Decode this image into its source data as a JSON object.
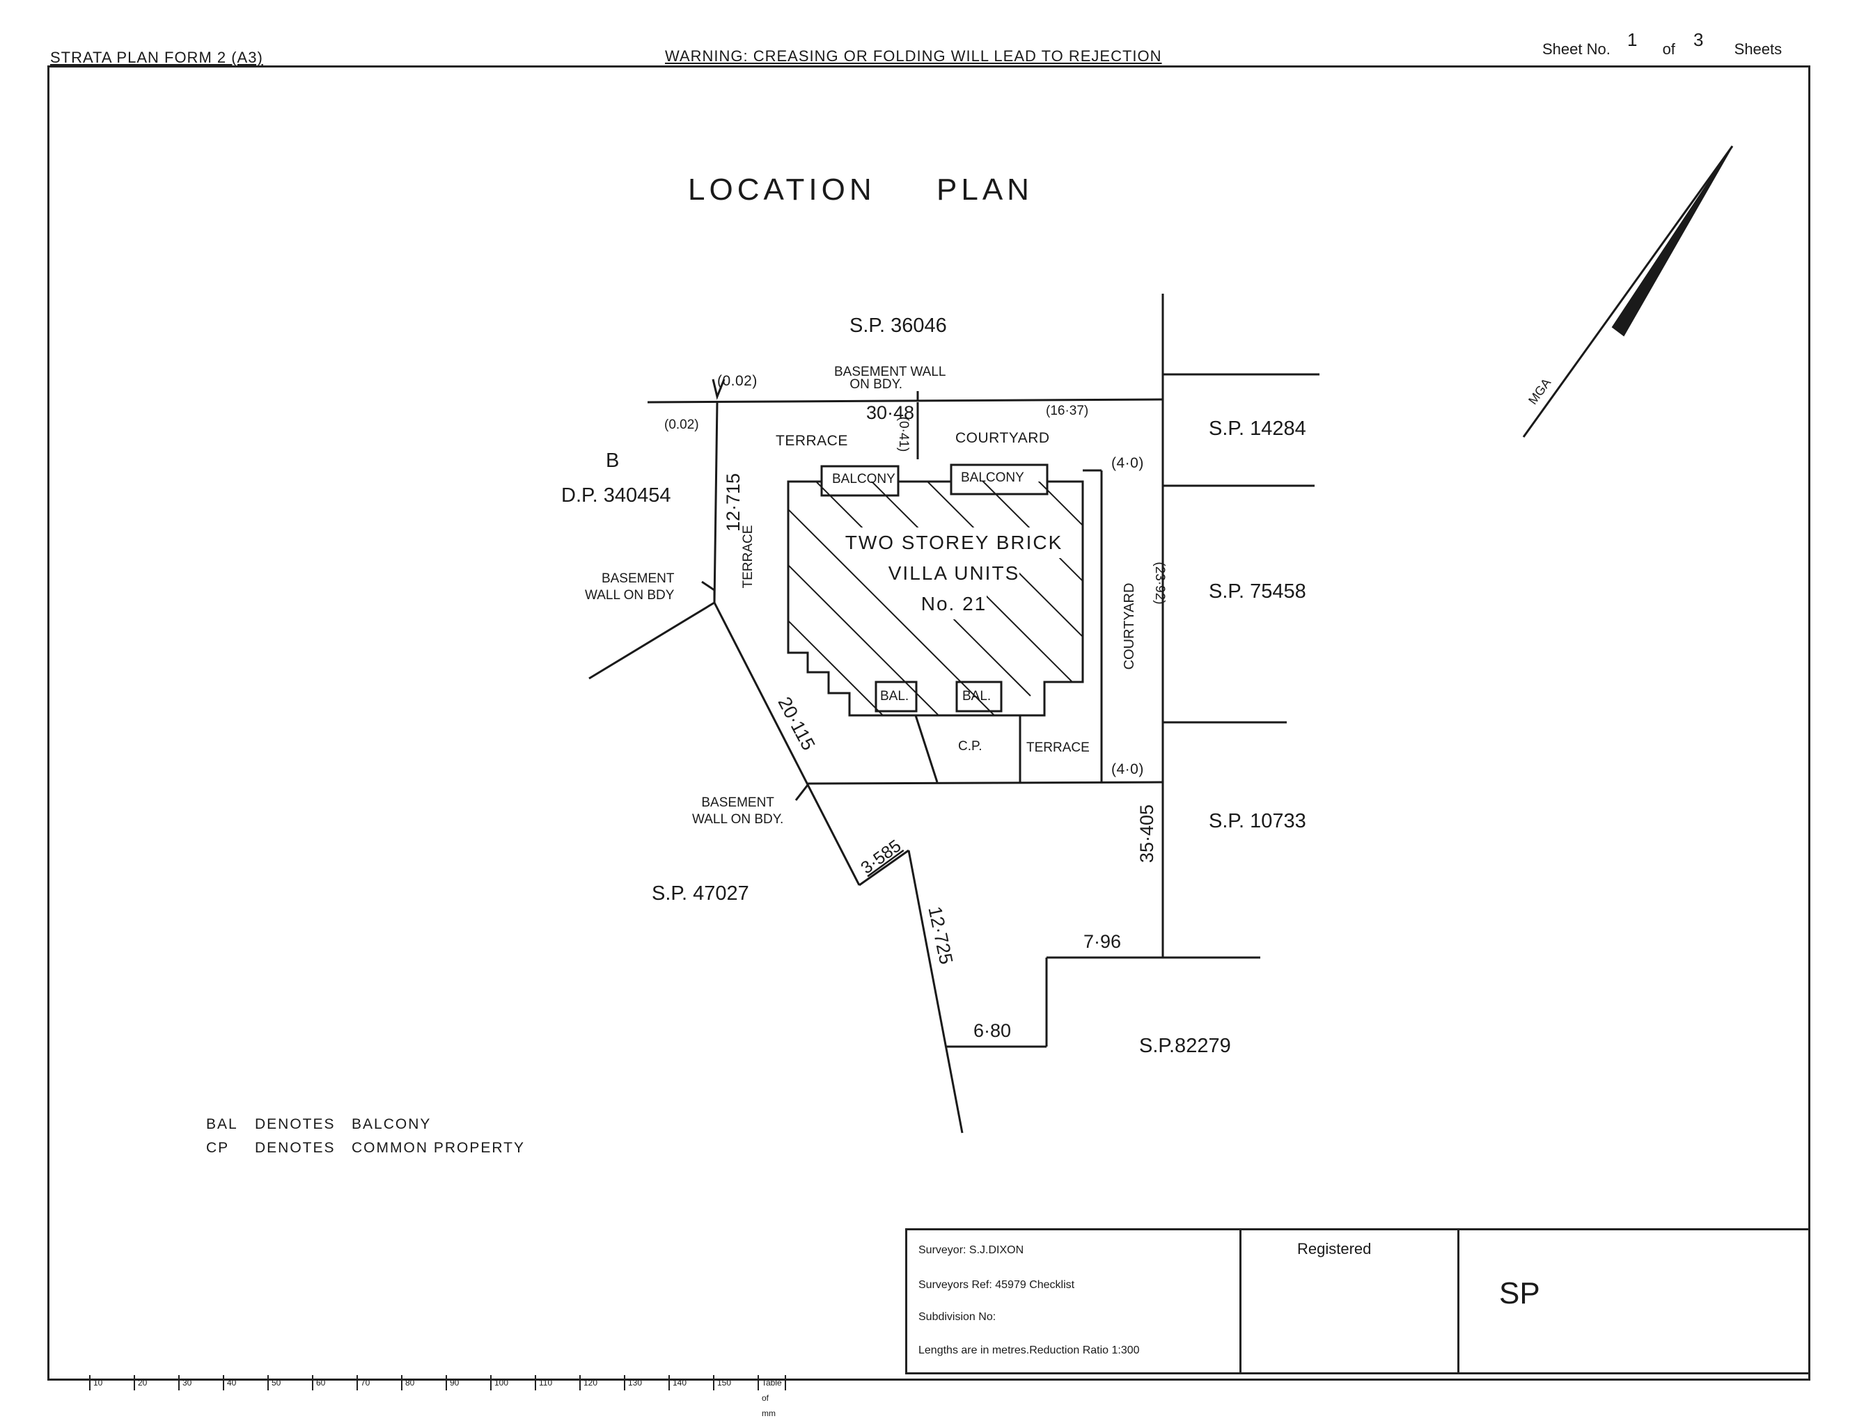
{
  "header": {
    "form": "STRATA PLAN FORM 2 (A3)",
    "warning": "WARNING: CREASING OR FOLDING WILL LEAD TO REJECTION",
    "sheet_label": "Sheet No.",
    "sheet_no": "1",
    "of_label": "of",
    "sheet_total": "3",
    "sheets_label": "Sheets"
  },
  "plan": {
    "title_left": "LOCATION",
    "title_right": "PLAN",
    "north_label": "MGA",
    "neighbours": {
      "sp36046": "S.P. 36046",
      "sp14284": "S.P. 14284",
      "sp75458": "S.P. 75458",
      "sp10733": "S.P. 10733",
      "sp47027": "S.P. 47027",
      "sp82279": "S.P.82279",
      "lot_b": "B",
      "dp340454": "D.P. 340454"
    },
    "dimensions": {
      "d0002a": "(0.02)",
      "d0002b": "(0.02)",
      "d3048": "30·48",
      "d041": "(0·41)",
      "d1637": "(16·37)",
      "d40a": "(4·0)",
      "d40b": "(4·0)",
      "d2392": "(23·92)",
      "d12715": "12·715",
      "d20115": "20·115",
      "d3585": "3·585",
      "d12725": "12·725",
      "d35405": "35·405",
      "d796": "7·96",
      "d680": "6·80"
    },
    "annotations": {
      "basement_top_1": "BASEMENT WALL",
      "basement_top_2": "ON BDY.",
      "basement_left_1": "BASEMENT",
      "basement_left_2": "WALL ON BDY",
      "basement_bottom_1": "BASEMENT",
      "basement_bottom_2": "WALL ON BDY.",
      "terrace_top": "TERRACE",
      "terrace_side": "TERRACE",
      "terrace_bottom": "TERRACE",
      "courtyard_top": "COURTYARD",
      "courtyard_side": "COURTYARD",
      "balcony_1": "BALCONY",
      "balcony_2": "BALCONY",
      "bal_1": "BAL.",
      "bal_2": "BAL.",
      "cp": "C.P.",
      "building_1": "TWO STOREY BRICK",
      "building_2": "VILLA UNITS",
      "building_3": "No. 21"
    }
  },
  "legend": {
    "bal_code": "BAL",
    "bal_text": "DENOTES   BALCONY",
    "cp_code": "CP",
    "cp_text": "DENOTES   COMMON PROPERTY"
  },
  "title_block": {
    "surveyor": "Surveyor: S.J.DIXON",
    "ref": "Surveyors Ref: 45979 Checklist",
    "subdivision": "Subdivision No:",
    "lengths": "Lengths are in metres.Reduction Ratio 1:300",
    "registered": "Registered",
    "sp": "SP"
  },
  "scale_bar": [
    "10",
    "20",
    "30",
    "40",
    "50",
    "60",
    "70",
    "80",
    "90",
    "100",
    "110",
    "120",
    "130",
    "140",
    "150",
    "Table of mm"
  ]
}
